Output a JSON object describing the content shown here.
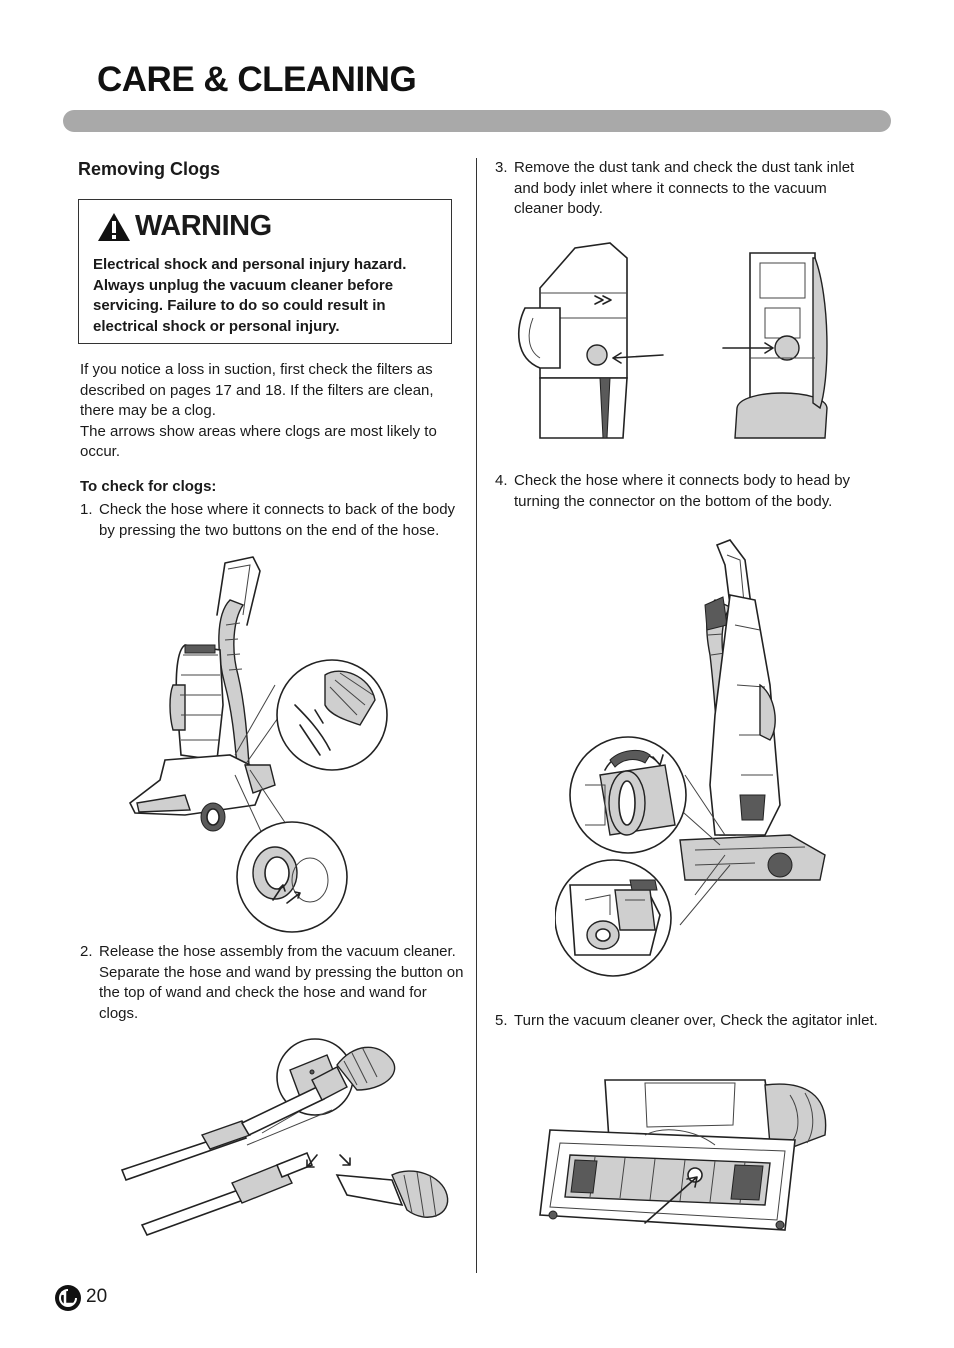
{
  "header": {
    "title": "CARE & CLEANING"
  },
  "section": {
    "heading": "Removing Clogs"
  },
  "warning": {
    "title": "WARNING",
    "text": "Electrical shock and personal injury hazard. Always unplug the vacuum cleaner before servicing. Failure to do so could result in electrical shock or personal injury."
  },
  "intro": {
    "p1": "If you notice a loss in suction, first check the filters as described on pages 17 and 18. If the filters are clean, there may be a clog.",
    "p2": "The arrows show areas where clogs are most likely to occur."
  },
  "check": {
    "heading": "To check for clogs:"
  },
  "steps": [
    {
      "num": "1.",
      "text": "Check the hose where it connects to back of the body by pressing the two buttons on the end of the hose."
    },
    {
      "num": "2.",
      "text": "Release the hose assembly from the vacuum cleaner. Separate the hose and wand by pressing the button on the top of wand and check the hose and  wand for clogs."
    },
    {
      "num": "3.",
      "text": "Remove the dust tank and check the dust tank inlet and body inlet where it connects to the vacuum cleaner body."
    },
    {
      "num": "4.",
      "text": "Check the hose where it connects body to head by turning the connector on the bottom of the body."
    },
    {
      "num": "5.",
      "text": "Turn the vacuum cleaner over, Check the agitator inlet."
    }
  ],
  "footer": {
    "page_number": "20",
    "logo_icon": "lg-logo-icon"
  },
  "colors": {
    "title_bar": "#a9a9a9",
    "text": "#1a1a1a"
  }
}
